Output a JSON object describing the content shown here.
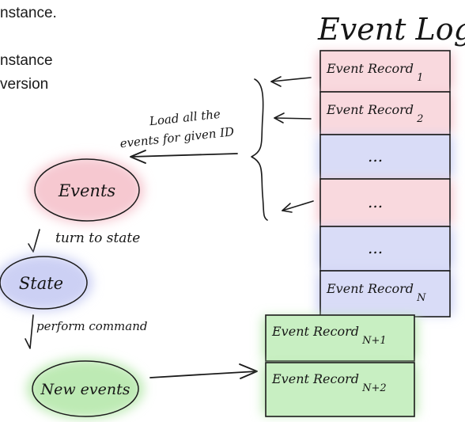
{
  "context_text": {
    "line1": "nstance.",
    "line2": "nstance",
    "line3": " version"
  },
  "event_log": {
    "title": "Event Log",
    "records": [
      {
        "label": "Event Record",
        "sub": "1",
        "kind": "pink"
      },
      {
        "label": "Event Record",
        "sub": "2",
        "kind": "pink"
      },
      {
        "label": "...",
        "sub": "",
        "kind": "blue"
      },
      {
        "label": "...",
        "sub": "",
        "kind": "pink"
      },
      {
        "label": "...",
        "sub": "",
        "kind": "blue"
      },
      {
        "label": "Event Record",
        "sub": "N",
        "kind": "blue"
      }
    ]
  },
  "new_records": [
    {
      "label": "Event Record",
      "sub": "N+1"
    },
    {
      "label": "Event Record",
      "sub": "N+2"
    }
  ],
  "load_caption": {
    "line1": "Load all the",
    "line2": "events for given ID"
  },
  "nodes": {
    "events": "Events",
    "state": "State",
    "new_events": "New events"
  },
  "steps": {
    "turn_to_state": "turn to state",
    "perform_command": "perform command"
  },
  "colors": {
    "pink": "#f9d9de",
    "blue": "#d9dcf7",
    "green": "#c8efc2",
    "pink_glow": "#f6c8d0",
    "blue_glow": "#ccd0f4",
    "green_glow": "#bdeab4",
    "ink": "#1b1b1b"
  }
}
